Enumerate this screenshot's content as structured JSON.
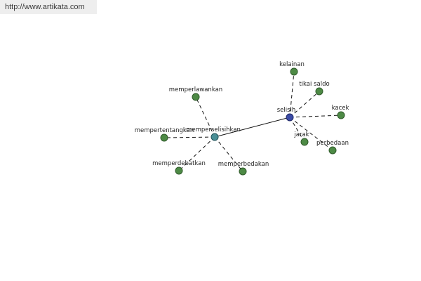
{
  "header": {
    "url_text": "http://www.artikata.com"
  },
  "colors": {
    "leaf_fill": "#4d8a45",
    "leaf_stroke": "#2f5a2a",
    "hub1_fill": "#4a8f96",
    "hub2_fill": "#3b4ba6",
    "edge": "#111111"
  },
  "graph": {
    "hubs": [
      {
        "id": "memperselisihkan",
        "label": "memperselisihkan"
      },
      {
        "id": "selisih",
        "label": "selisih"
      }
    ],
    "leaves": [
      {
        "id": "memperlawankan",
        "label": "memperlawankan",
        "hub": "memperselisihkan"
      },
      {
        "id": "mempertentangkan",
        "label": "mempertentangkan",
        "hub": "memperselisihkan"
      },
      {
        "id": "memperdebatkan",
        "label": "memperdebatkan",
        "hub": "memperselisihkan"
      },
      {
        "id": "memperbedakan",
        "label": "memperbedakan",
        "hub": "memperselisihkan"
      },
      {
        "id": "kelainan",
        "label": "kelainan",
        "hub": "selisih"
      },
      {
        "id": "tikai-saldo",
        "label": "tikai saldo",
        "hub": "selisih"
      },
      {
        "id": "kacek",
        "label": "kacek",
        "hub": "selisih"
      },
      {
        "id": "jarak",
        "label": "jarak",
        "hub": "selisih"
      },
      {
        "id": "perbedaan",
        "label": "perbedaan",
        "hub": "selisih"
      }
    ]
  }
}
